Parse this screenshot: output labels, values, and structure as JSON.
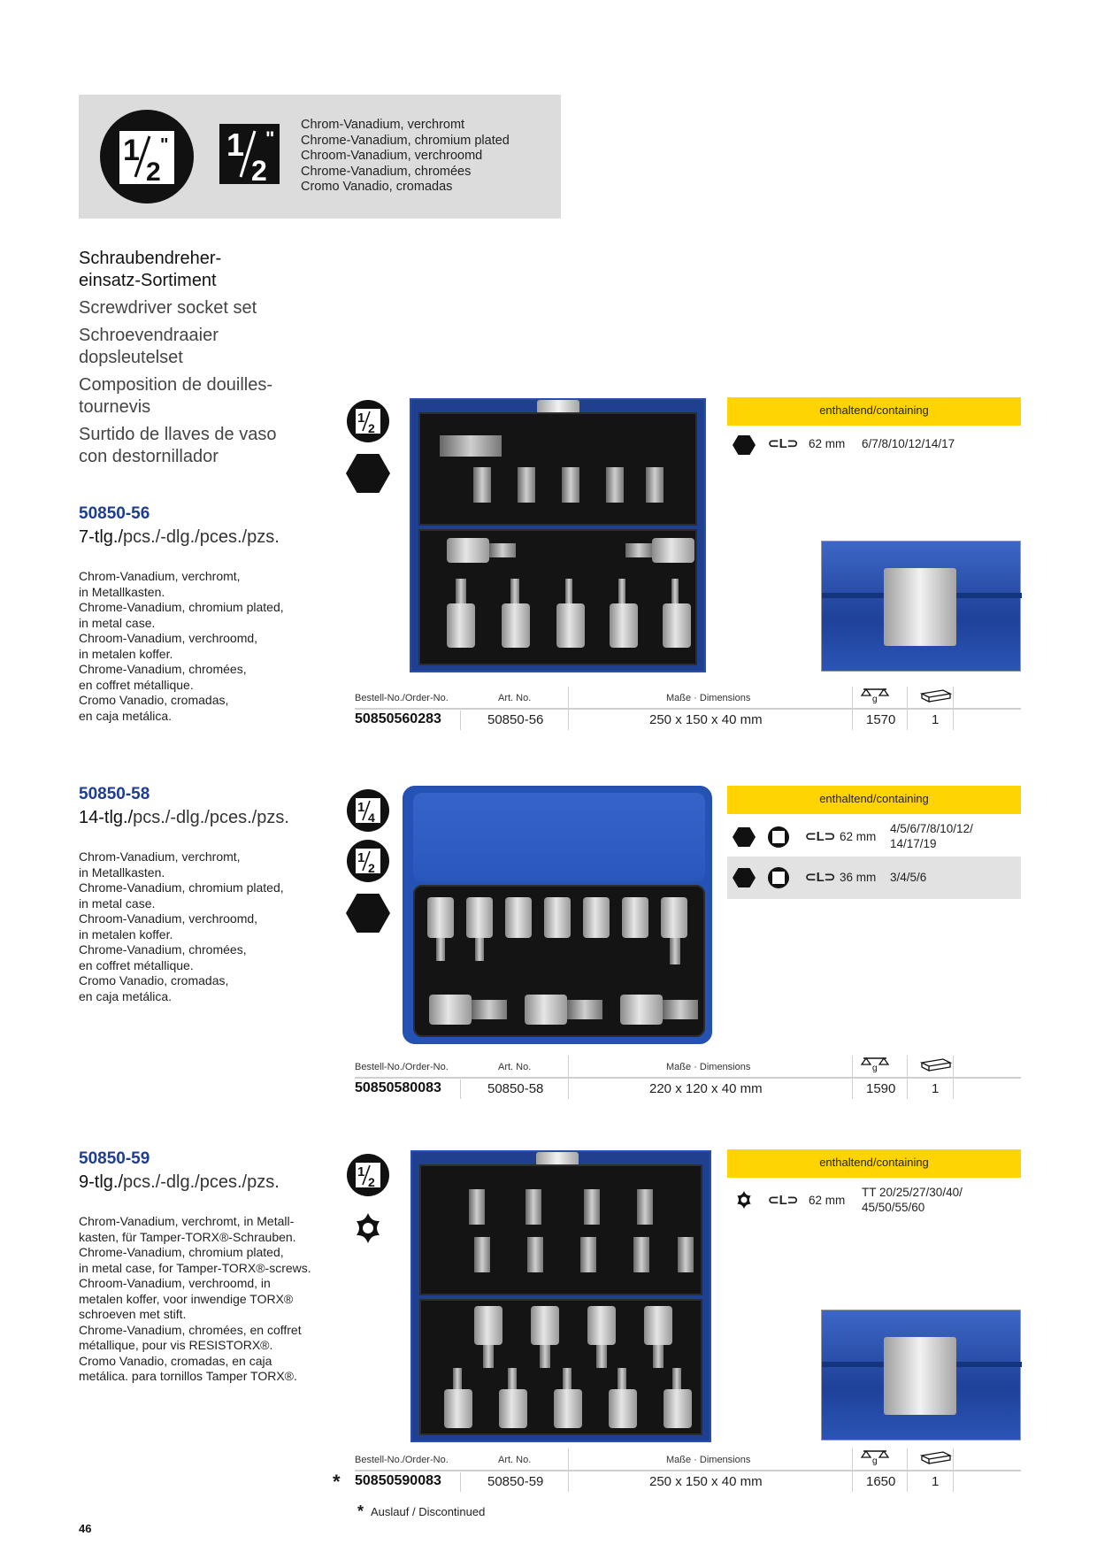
{
  "header": {
    "badge_fraction": "1/2\"",
    "materials": [
      "Chrom-Vanadium, verchromt",
      "Chrome-Vanadium, chromium plated",
      "Chroom-Vanadium, verchroomd",
      "Chrome-Vanadium, chromées",
      "Cromo Vanadio, cromadas"
    ]
  },
  "title": {
    "de_1": "Schraubendreher-",
    "de_2": "einsatz-Sortiment",
    "en": "Screwdriver socket set",
    "nl_1": "Schroevendraaier",
    "nl_2": "dopsleutelset",
    "fr_1": "Composition de douilles-",
    "fr_2": "tournevis",
    "es_1": "Surtido de llaves de vaso",
    "es_2": "con destornillador"
  },
  "table_headers": {
    "order_no": "Bestell-No./Order-No.",
    "art_no": "Art. No.",
    "dimensions": "Maße · Dimensions",
    "weight_icon": "scale-icon",
    "pack_icon": "package-icon"
  },
  "containing_label": "enthaltend/containing",
  "products": [
    {
      "code": "50850-56",
      "count_bold": "7-tlg./",
      "count_rest": "pcs./-dlg./pces./pzs.",
      "desc": [
        "Chrom-Vanadium, verchromt,",
        "in Metallkasten.",
        "Chrome-Vanadium, chromium plated,",
        "in metal case.",
        "Chroom-Vanadium, verchroomd,",
        "in metalen koffer.",
        "Chrome-Vanadium, chromées,",
        "en coffret métallique.",
        "Cromo Vanadio, cromadas,",
        "en caja metálica."
      ],
      "contents": [
        {
          "length": "62 mm",
          "sizes": "6/7/8/10/12/14/17"
        }
      ],
      "order_no": "50850560283",
      "art_no": "50850-56",
      "dimensions": "250 x 150 x 40 mm",
      "weight": "1570",
      "pack": "1"
    },
    {
      "code": "50850-58",
      "count_bold": "14-tlg./",
      "count_rest": "pcs./-dlg./pces./pzs.",
      "desc": [
        "Chrom-Vanadium, verchromt,",
        "in Metallkasten.",
        "Chrome-Vanadium, chromium plated,",
        "in metal case.",
        "Chroom-Vanadium, verchroomd,",
        "in metalen koffer.",
        "Chrome-Vanadium, chromées,",
        "en coffret métallique.",
        "Cromo Vanadio, cromadas,",
        "en caja metálica."
      ],
      "contents": [
        {
          "length": "62 mm",
          "sizes_1": "4/5/6/7/8/10/12/",
          "sizes_2": "14/17/19"
        },
        {
          "length": "36 mm",
          "sizes": "3/4/5/6"
        }
      ],
      "order_no": "50850580083",
      "art_no": "50850-58",
      "dimensions": "220 x 120 x 40 mm",
      "weight": "1590",
      "pack": "1"
    },
    {
      "code": "50850-59",
      "count_bold": "9-tlg./",
      "count_rest": "pcs./-dlg./pces./pzs.",
      "desc": [
        "Chrom-Vanadium, verchromt, in Metall-",
        "kasten, für Tamper-TORX®-Schrauben.",
        "Chrome-Vanadium, chromium plated,",
        "in metal case, for Tamper-TORX®-screws.",
        "Chroom-Vanadium, verchroomd, in",
        "metalen koffer, voor inwendige TORX®",
        "schroeven met stift.",
        "Chrome-Vanadium, chromées, en coffret",
        "métallique, pour vis RESISTORX®.",
        "Cromo Vanadio, cromadas, en caja",
        "metálica. para tornillos Tamper TORX®."
      ],
      "contents": [
        {
          "length": "62 mm",
          "sizes_1": "TT 20/25/27/30/40/",
          "sizes_2": "45/50/55/60"
        }
      ],
      "order_no": "50850590083",
      "art_no": "50850-59",
      "dimensions": "250 x 150 x 40 mm",
      "weight": "1650",
      "pack": "1",
      "discontinued_mark": "*"
    }
  ],
  "footnote": "Auslauf / Discontinued",
  "footnote_mark": "*",
  "page_number": "46",
  "colors": {
    "accent_yellow": "#ffd400",
    "code_blue": "#1f3d94",
    "panel_grey": "#dcdcdc"
  }
}
